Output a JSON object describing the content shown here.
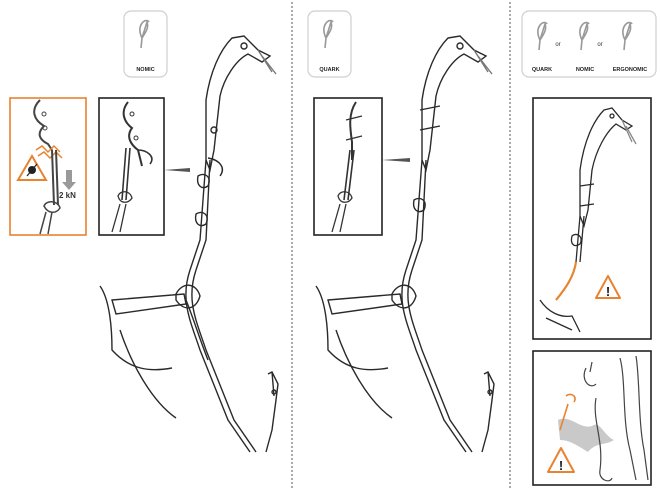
{
  "panels": {
    "left": {
      "tool_label": "NOMIC",
      "force_label": "2 kN"
    },
    "middle": {
      "tool_label": "QUARK"
    },
    "right": {
      "tool_labels": [
        "QUARK",
        "NOMIC",
        "ERGONOMIC"
      ],
      "connector_word": "or",
      "warning_glyph": "!"
    }
  },
  "colors": {
    "accent_orange": "#e8832f",
    "line": "#2a2a2a",
    "divider": "#555555"
  },
  "icons": [
    "ice-axe-icon",
    "warning-triangle-icon",
    "no-fall-icon",
    "force-arrow-icon"
  ]
}
